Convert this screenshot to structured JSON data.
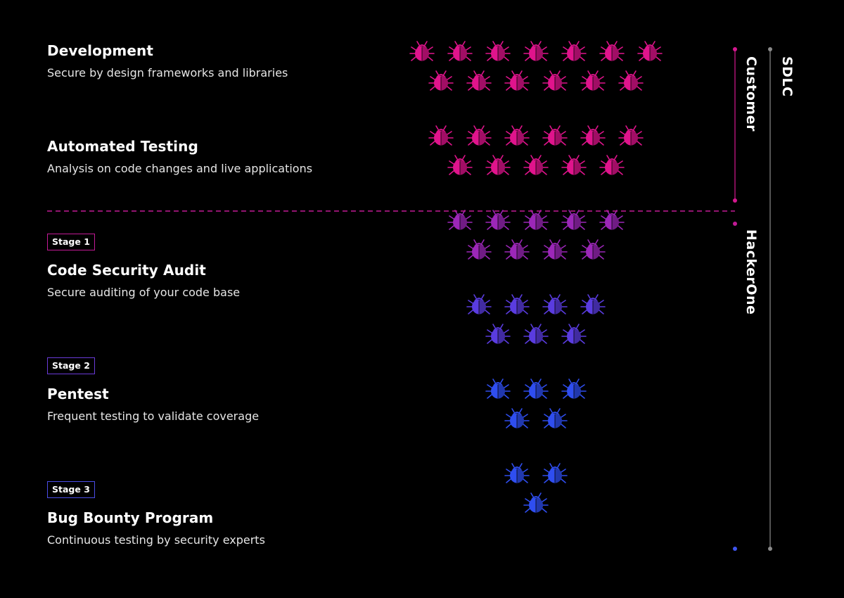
{
  "stages": [
    {
      "badge": "",
      "title": "Development",
      "description": "Secure by design frameworks and libraries",
      "bug_rows": [
        7,
        6
      ],
      "color": "#e0148c"
    },
    {
      "badge": "",
      "title": "Automated Testing",
      "description": "Analysis on code changes and live applications",
      "bug_rows": [
        6,
        5
      ],
      "color": "#e0148c"
    },
    {
      "badge": "Stage 1",
      "title": "Code Security Audit",
      "description": "Secure auditing of your code base",
      "bug_rows": [
        5,
        4
      ],
      "color": "#9c27b8"
    },
    {
      "badge": "Stage 2",
      "title": "Pentest",
      "description": "Frequent testing to validate coverage",
      "bug_rows": [
        4,
        3
      ],
      "color": "#5a3ce0"
    },
    {
      "badge": "",
      "title": "",
      "description": "",
      "bug_rows": [
        3,
        2
      ],
      "color": "#2f4ef0"
    },
    {
      "badge": "Stage 3",
      "title": "Bug Bounty Program",
      "description": "Continuous testing by security experts",
      "bug_rows": [
        2,
        1
      ],
      "color": "#2f4ef0"
    }
  ],
  "side_labels": {
    "customer": "Customer",
    "hackerone": "HackerOne",
    "sdlc": "SDLC"
  },
  "colors": {
    "background": "#000000",
    "customer": "#d4188f",
    "hackerone_start": "#c21a96",
    "hackerone_end": "#3f55f0",
    "sdlc": "#8a8a8a",
    "divider": "#c21a96"
  }
}
